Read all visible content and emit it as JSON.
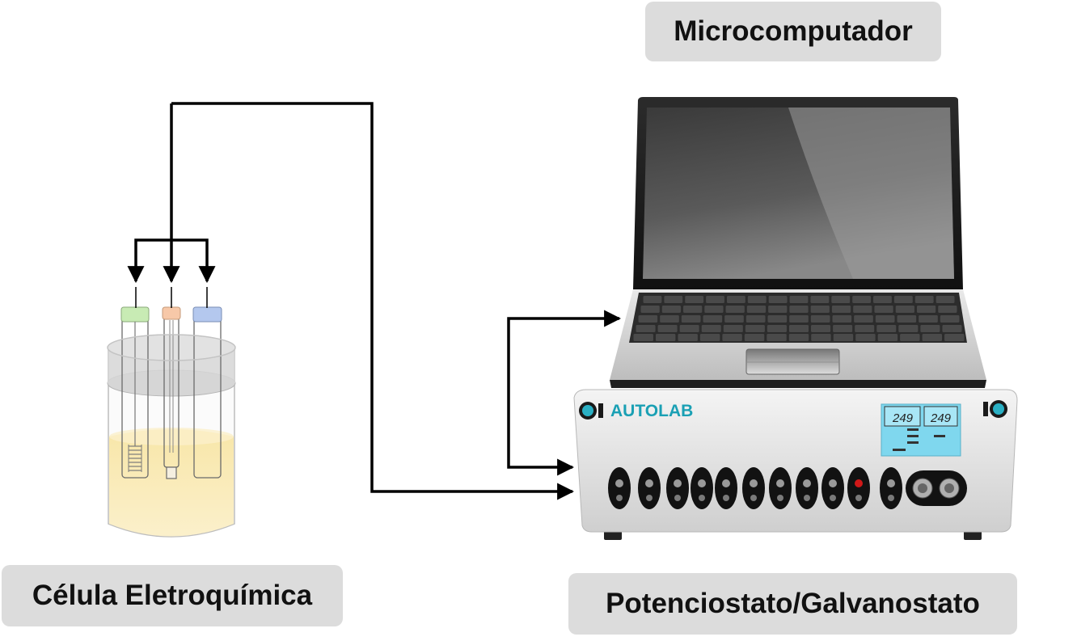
{
  "labels": {
    "microcomputer": "Microcomputador",
    "cell": "Célula Eletroquímica",
    "potentiostat": "Potenciostato/Galvanostato"
  },
  "device": {
    "brand": "AUTOLAB",
    "display_left": "249",
    "display_right": "249"
  },
  "colors": {
    "line": "#000000",
    "label_bg": "#dcdcdc",
    "electrolyte": "#f8e6a8",
    "cap_green": "#c8ebb4",
    "cap_orange": "#f7c8a8",
    "cap_blue": "#b4c8ee",
    "brand": "#1aa0b4",
    "display": "#7fd7ee"
  }
}
